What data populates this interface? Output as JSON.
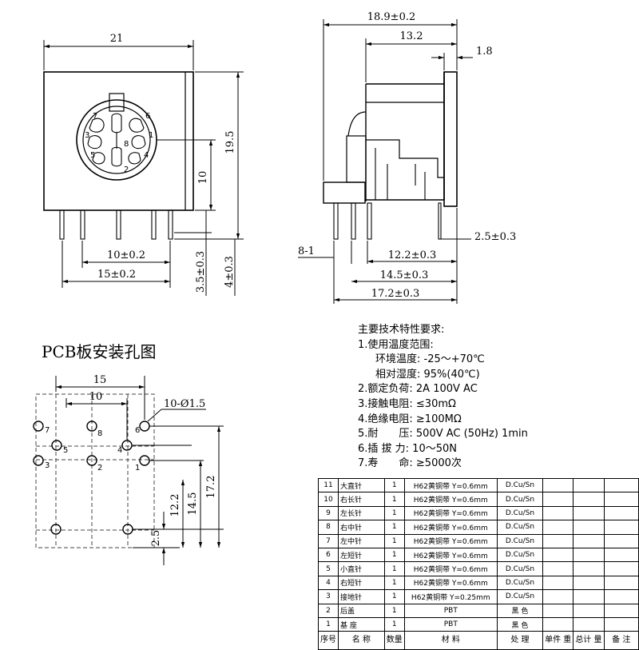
{
  "front_view": {
    "width": "21",
    "height": "19.5",
    "center_height": "10",
    "pin_span_inner": "10±0.2",
    "pin_span_outer": "15±0.2",
    "pin_len_short": "3.5±0.3",
    "pin_len_long": "4±0.3",
    "pins": [
      "1",
      "2",
      "3",
      "4",
      "5",
      "6",
      "7",
      "8"
    ]
  },
  "side_view": {
    "depth": "18.9±0.2",
    "depth_body": "13.2",
    "flange": "1.8",
    "offset": "8-1",
    "pin_pos_1": "12.2±0.3",
    "pin_pos_2": "14.5±0.3",
    "pin_pos_3": "17.2±0.3",
    "pin_len": "2.5±0.3"
  },
  "pcb": {
    "title": "PCB板安装孔图",
    "holes": "10-Ø1.5",
    "span_outer": "15",
    "span_inner": "10",
    "v_2_5": "2.5",
    "v_12_2": "12.2",
    "v_14_5": "14.5",
    "v_17_2": "17.2",
    "hole_labels": [
      "7",
      "8",
      "6",
      "5",
      "4",
      "3",
      "2",
      "1"
    ]
  },
  "specs": {
    "title": "主要技术特性要求:",
    "lines": [
      "1.使用温度范围:",
      "环境温度: -25～+70℃",
      "相对湿度: 95%(40℃)",
      "2.额定负荷: 2A 100V AC",
      "3.接触电阻: ≤30mΩ",
      "4.绝缘电阻: ≥100MΩ",
      "5.耐　　压: 500V AC (50Hz) 1min",
      "6.插 拔 力: 10～50N",
      "7.寿　　命: ≥5000次"
    ]
  },
  "bom": {
    "header": [
      "序号",
      "名 称",
      "数量",
      "材 料",
      "处 理",
      "单件 重",
      "总计 量",
      "备 注"
    ],
    "rows": [
      [
        "11",
        "大直针",
        "1",
        "H62黄铜带 Y=0.6mm",
        "D.Cu/Sn"
      ],
      [
        "10",
        "右长针",
        "1",
        "H62黄铜带 Y=0.6mm",
        "D.Cu/Sn"
      ],
      [
        "9",
        "左长针",
        "1",
        "H62黄铜带 Y=0.6mm",
        "D.Cu/Sn"
      ],
      [
        "8",
        "右中针",
        "1",
        "H62黄铜带 Y=0.6mm",
        "D.Cu/Sn"
      ],
      [
        "7",
        "左中针",
        "1",
        "H62黄铜带 Y=0.6mm",
        "D.Cu/Sn"
      ],
      [
        "6",
        "左短针",
        "1",
        "H62黄铜带 Y=0.6mm",
        "D.Cu/Sn"
      ],
      [
        "5",
        "小直针",
        "1",
        "H62黄铜带 Y=0.6mm",
        "D.Cu/Sn"
      ],
      [
        "4",
        "右短针",
        "1",
        "H62黄铜带 Y=0.6mm",
        "D.Cu/Sn"
      ],
      [
        "3",
        "接地针",
        "1",
        "H62黄铜带 Y=0.25mm",
        "D.Cu/Sn"
      ],
      [
        "2",
        "后盖",
        "1",
        "PBT",
        "黑 色"
      ],
      [
        "1",
        "基 座",
        "1",
        "PBT",
        "黑 色"
      ]
    ]
  }
}
